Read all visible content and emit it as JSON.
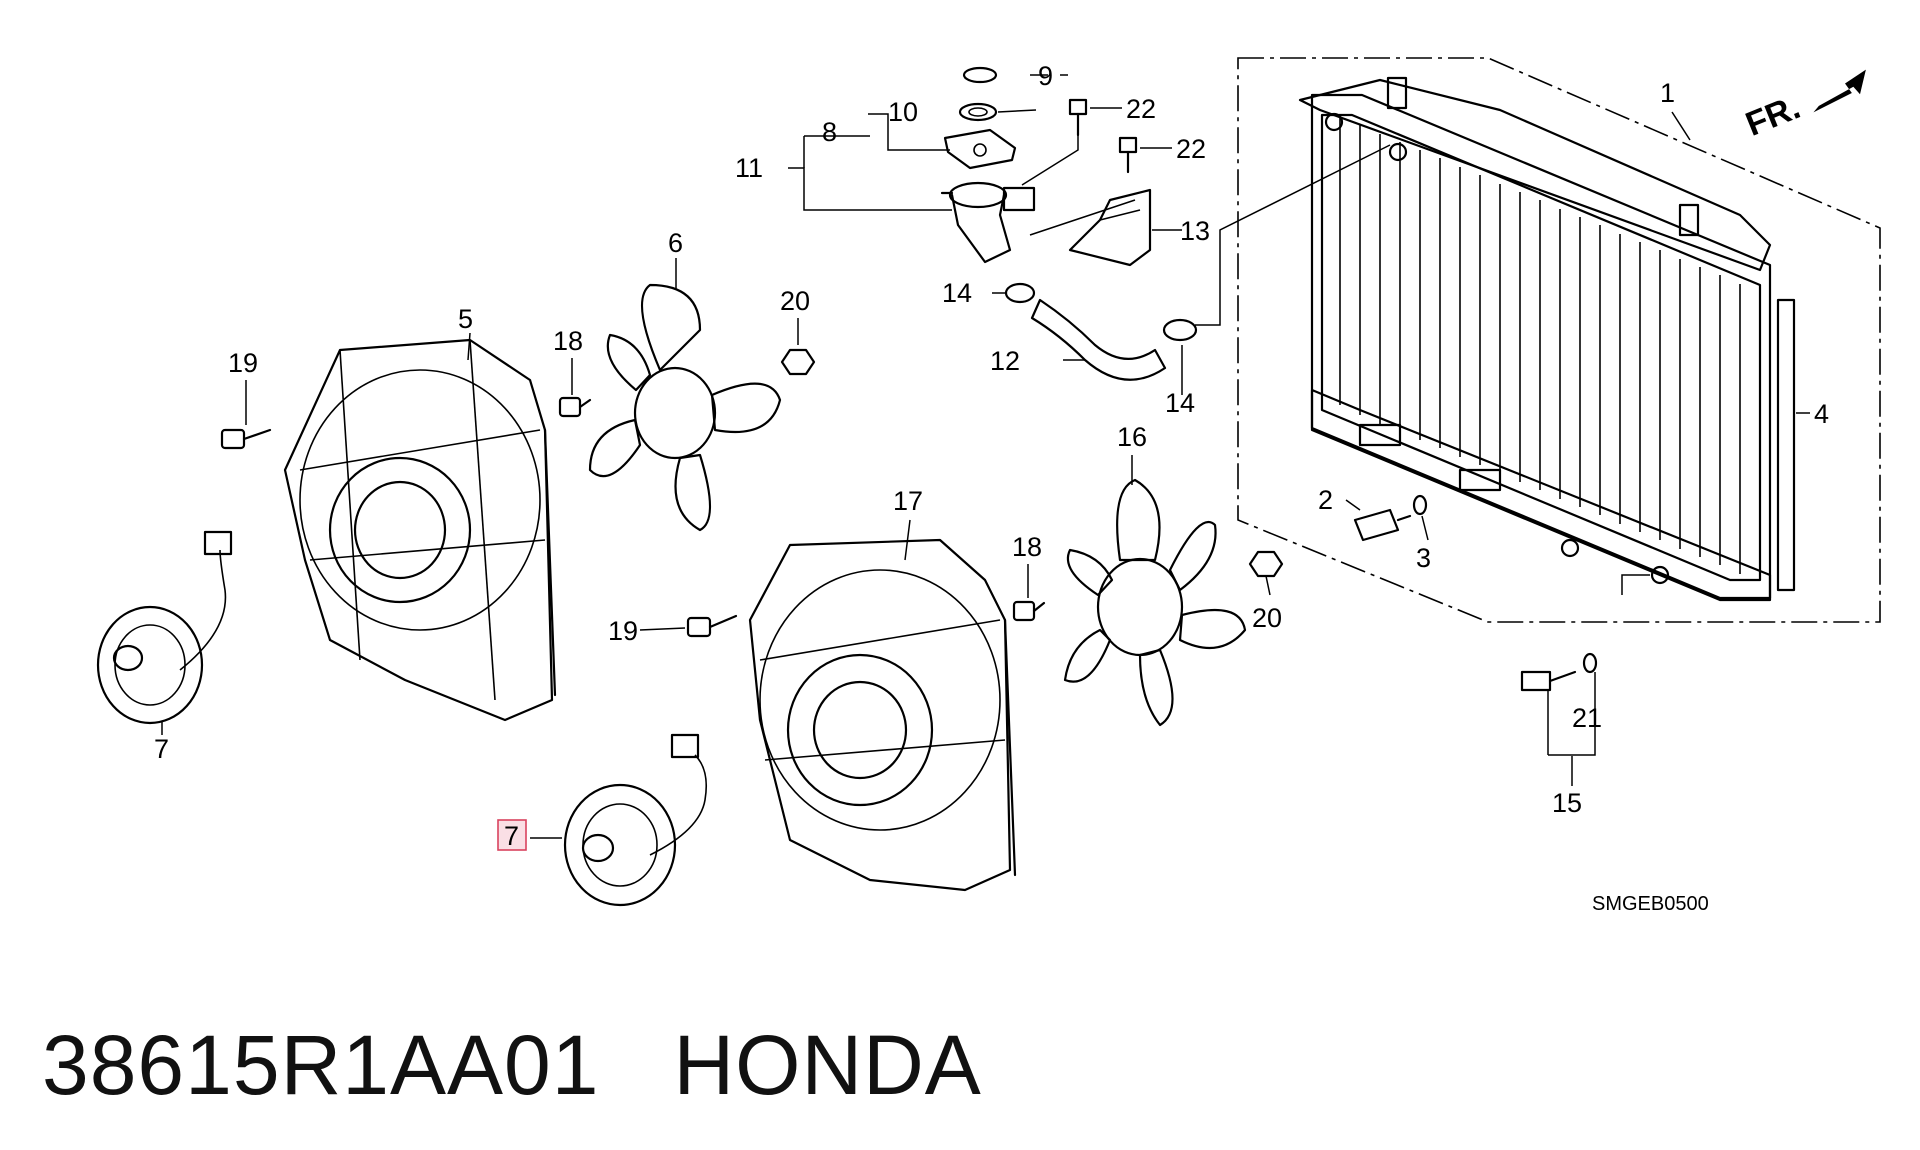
{
  "diagram": {
    "direction_label": "FR.",
    "code": "SMGEB0500",
    "highlighted_callout": "7",
    "callouts": {
      "c1": "1",
      "c2": "2",
      "c3": "3",
      "c4": "4",
      "c5": "5",
      "c6": "6",
      "c7a": "7",
      "c7b": "7",
      "c8": "8",
      "c9": "9",
      "c10": "10",
      "c11": "11",
      "c12": "12",
      "c13": "13",
      "c14a": "14",
      "c14b": "14",
      "c15": "15",
      "c16": "16",
      "c17": "17",
      "c18a": "18",
      "c18b": "18",
      "c19a": "19",
      "c19b": "19",
      "c20a": "20",
      "c20b": "20",
      "c21": "21",
      "c22a": "22",
      "c22b": "22"
    }
  },
  "footer": {
    "part_number": "38615R1AA01",
    "brand": "HONDA"
  }
}
